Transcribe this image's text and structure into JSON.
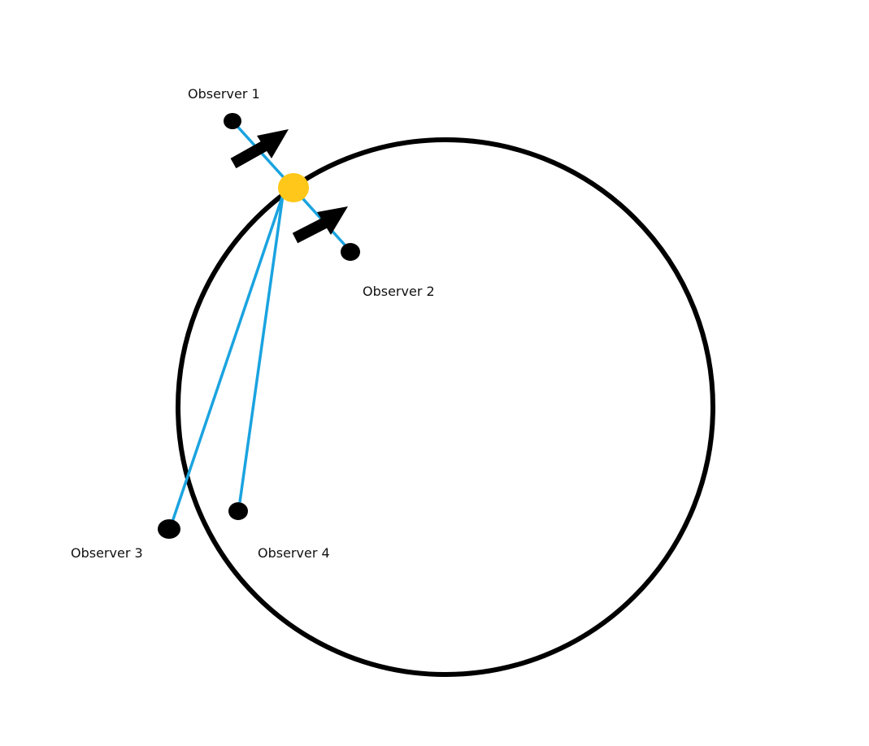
{
  "colors": {
    "circle": "#000000",
    "sightline": "#1aa3e0",
    "source": "#ffc719",
    "observer": "#000000",
    "arrow": "#000000"
  },
  "observers": [
    {
      "label": "Observer 1"
    },
    {
      "label": "Observer 2"
    },
    {
      "label": "Observer 3"
    },
    {
      "label": "Observer 4"
    }
  ]
}
